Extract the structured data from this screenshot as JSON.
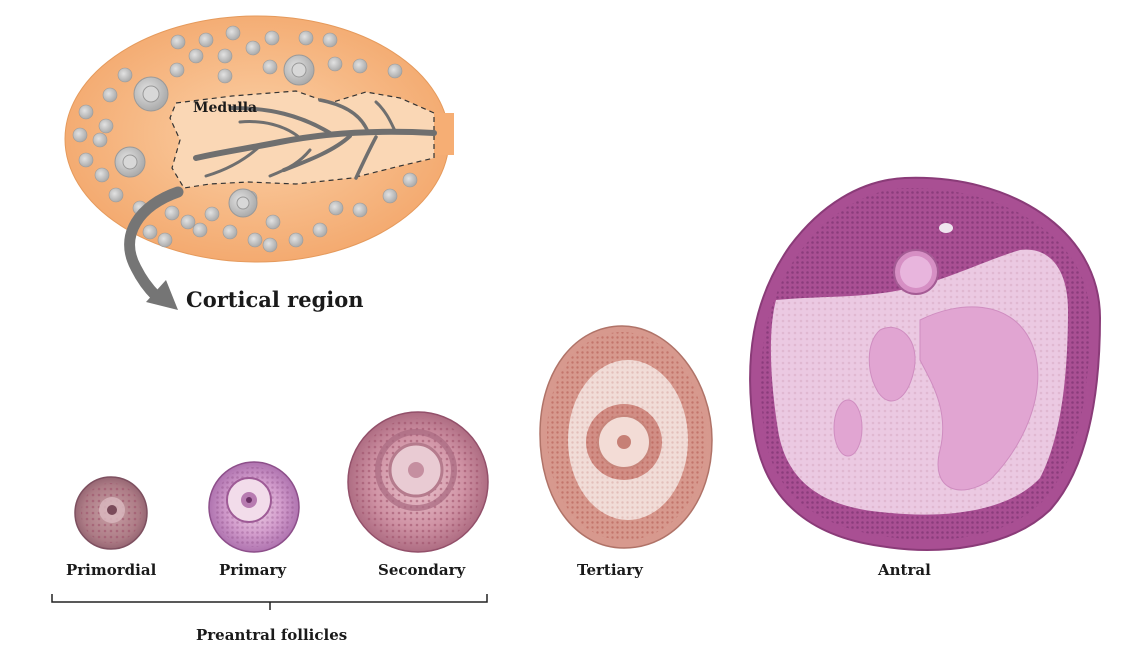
{
  "ovary_diagram": {
    "medulla_label": "Medulla",
    "cortical_label": "Cortical region",
    "colors": {
      "ovary_fill": "#f6b27c",
      "medulla_fill": "#fad7b5",
      "vessel": "#6f6f6f",
      "follicle": "#b8b8b8",
      "arrow": "#757575"
    }
  },
  "follicle_stages": [
    {
      "key": "primordial",
      "label": "Primordial"
    },
    {
      "key": "primary",
      "label": "Primary"
    },
    {
      "key": "secondary",
      "label": "Secondary"
    },
    {
      "key": "tertiary",
      "label": "Tertiary"
    },
    {
      "key": "antral",
      "label": "Antral"
    }
  ],
  "group_bracket": {
    "label": "Preantral follicles"
  }
}
